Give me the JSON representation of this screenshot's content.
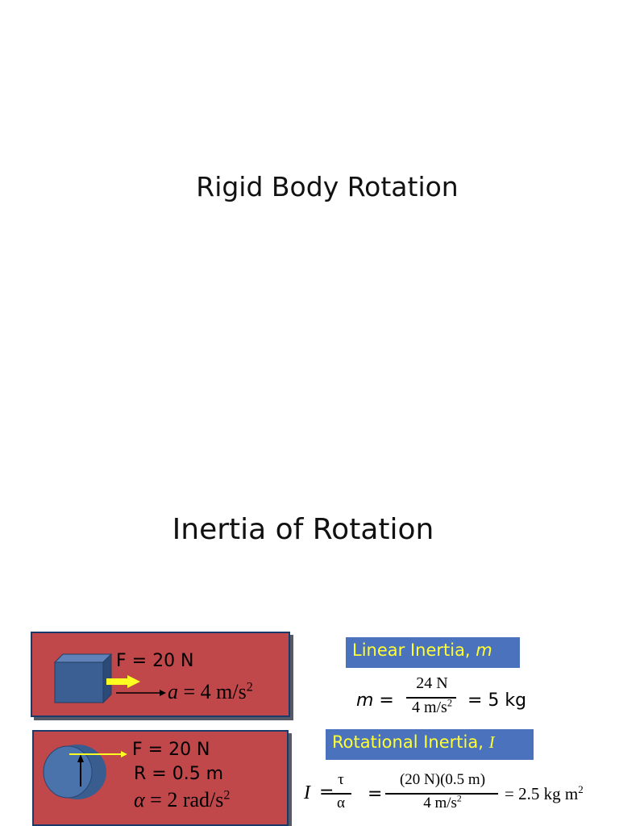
{
  "slide1": {
    "title": "Rigid Body Rotation"
  },
  "slide2": {
    "title": "Inertia of Rotation",
    "linear_panel": {
      "force_label": "F = 20 N",
      "accel_var": "a",
      "accel_rest": " = 4 m/s",
      "accel_exp": "2"
    },
    "rot_panel": {
      "force_label": "F = 20 N",
      "radius_label": "R = 0.5 m",
      "alpha_sym": "α",
      "alpha_rest": " = 2 rad/s",
      "alpha_exp": "2"
    },
    "linear_inertia": {
      "label": "Linear Inertia, ",
      "label_var": "m",
      "lhs": "m =",
      "numerator": "24 N",
      "denominator": "4 m/s",
      "den_exp": "2",
      "result": "= 5 kg"
    },
    "rotational_inertia": {
      "label": "Rotational Inertia, ",
      "label_var": "I",
      "lhs_var": "I",
      "lhs_eq": "=",
      "frac1_num": "τ",
      "frac1_den": "α",
      "eq2": "=",
      "frac2_num": "(20 N)(0.5 m)",
      "frac2_den": "4 m/s",
      "frac2_den_exp": "2",
      "result": "= 2.5 kg m",
      "result_exp": "2"
    }
  }
}
